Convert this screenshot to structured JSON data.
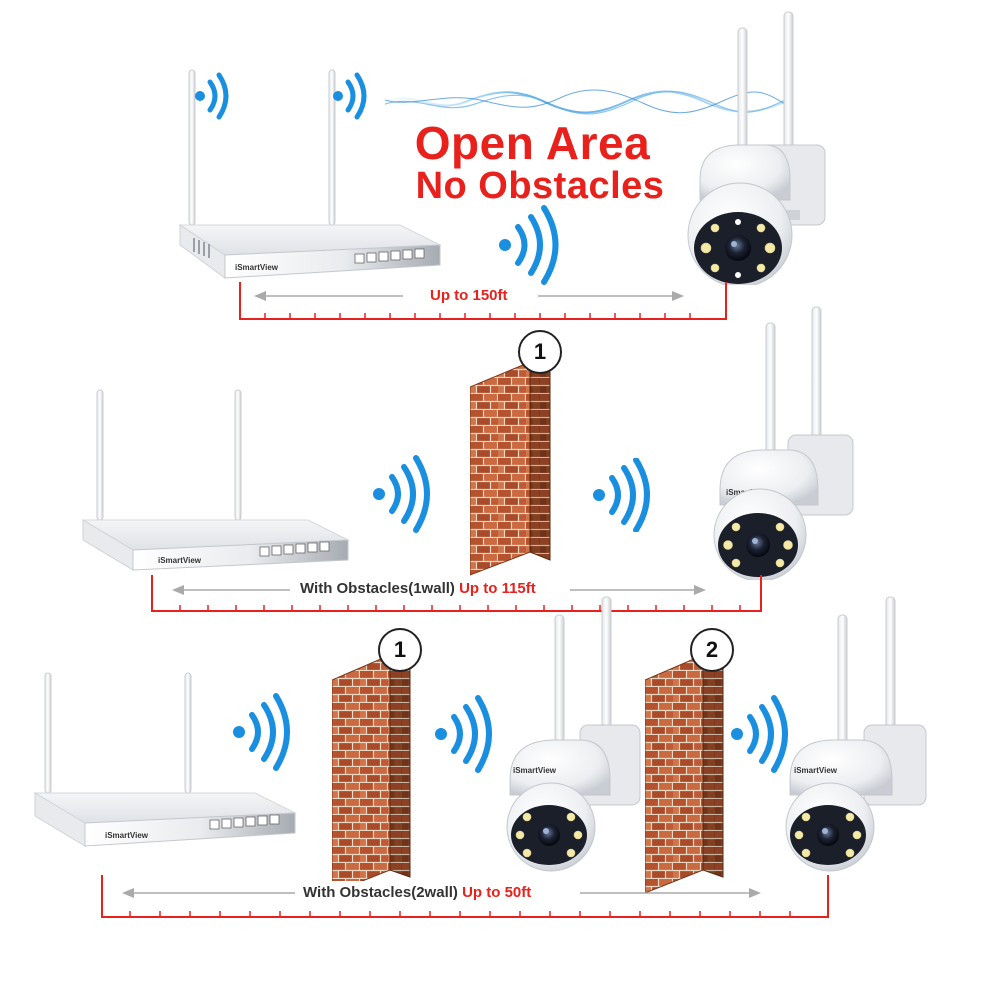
{
  "headline": {
    "line1": "Open Area",
    "line2": "No Obstacles"
  },
  "brand": "iSmartView",
  "scenarios": [
    {
      "label_text": "",
      "label_range": "Up to 150ft"
    },
    {
      "label_text": "With Obstacles(1wall)",
      "label_range": "Up to 115ft"
    },
    {
      "label_text": "With Obstacles(2wall)",
      "label_range": "Up to 50ft"
    }
  ],
  "walls": [
    {
      "number": "1"
    },
    {
      "number": "1"
    },
    {
      "number": "2"
    }
  ],
  "colors": {
    "accent_red": "#e8211c",
    "signal_blue": "#1a8fe0",
    "brick": "#b5532e"
  },
  "icons": [
    "wifi-signal-icon",
    "brick-wall-icon",
    "nvr-recorder-icon",
    "ptz-camera-icon"
  ]
}
